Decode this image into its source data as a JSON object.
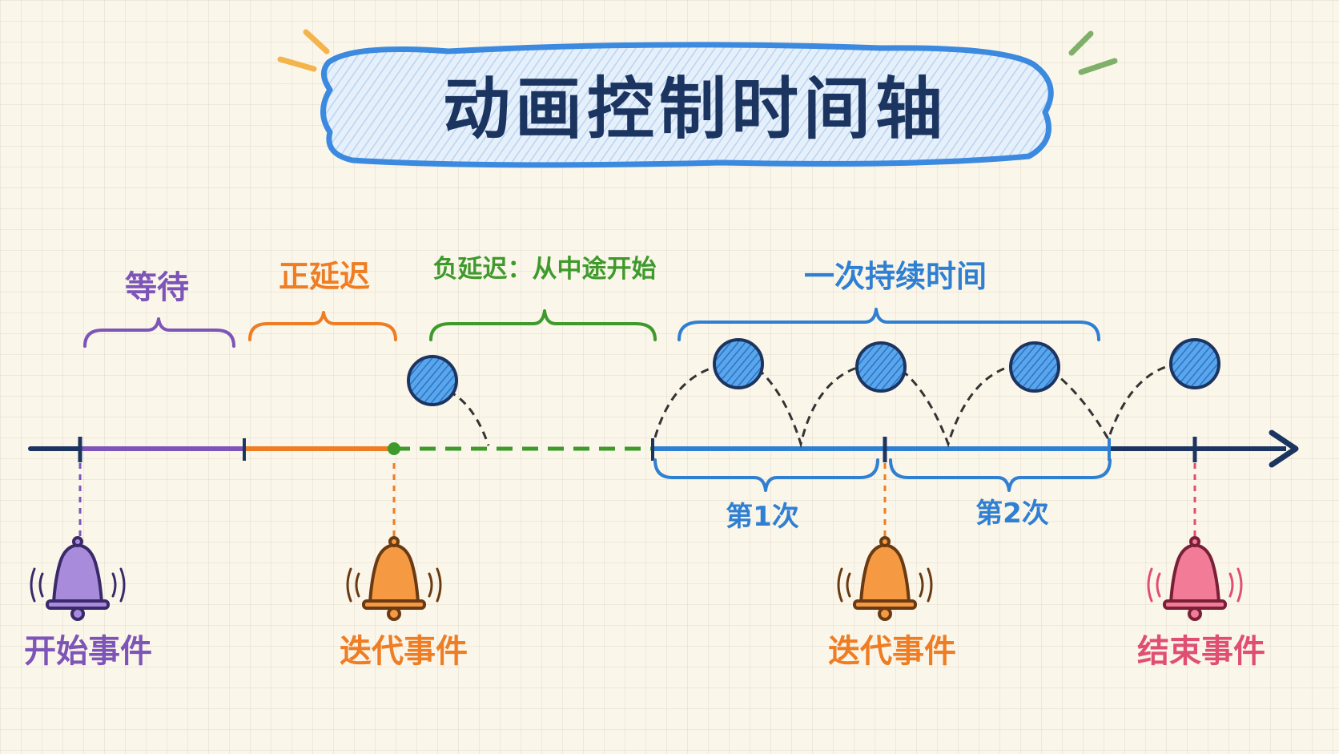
{
  "title": "动画控制时间轴",
  "segments": {
    "wait": "等待",
    "positive_delay": "正延迟",
    "negative_delay": "负延迟：从中途开始",
    "one_duration": "一次持续时间"
  },
  "iterations": {
    "first": "第1次",
    "second": "第2次"
  },
  "events": {
    "start": "开始事件",
    "iteration_1": "迭代事件",
    "iteration_2": "迭代事件",
    "end": "结束事件"
  },
  "colors": {
    "title": "#1c3560",
    "wait": "#7d55b8",
    "delay": "#ee7d24",
    "negative": "#3f9a2c",
    "duration": "#2f7fd2",
    "axis": "#1c3560",
    "end": "#e04e74",
    "ball": "#3d8ee0"
  },
  "icons": {
    "event": "bell-icon",
    "ball": "ball-icon",
    "axis_end": "arrow-right-icon"
  }
}
